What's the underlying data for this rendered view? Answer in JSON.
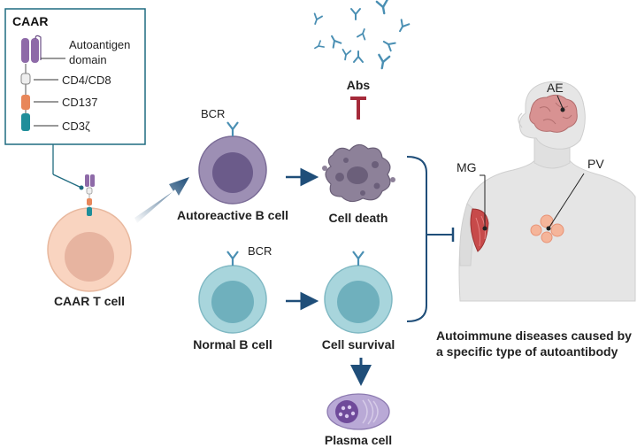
{
  "legend": {
    "title": "CAAR",
    "items": [
      {
        "label_lines": [
          "Autoantigen",
          "domain"
        ]
      },
      {
        "label_lines": [
          "CD4/CD8"
        ]
      },
      {
        "label_lines": [
          "CD137"
        ]
      },
      {
        "label_lines": [
          "CD3ζ"
        ]
      }
    ]
  },
  "labels": {
    "caar_t_cell": "CAAR T cell",
    "autoreactive_b_cell": "Autoreactive B cell",
    "normal_b_cell": "Normal B cell",
    "bcr_top": "BCR",
    "bcr_bottom": "BCR",
    "abs": "Abs",
    "cell_death": "Cell death",
    "cell_survival": "Cell survival",
    "plasma_cell": "Plasma cell",
    "ae": "AE",
    "mg": "MG",
    "pv": "PV",
    "disease_line1": "Autoimmune diseases caused by",
    "disease_line2": "a specific type of autoantibody"
  },
  "colors": {
    "arrow": "#1f4e79",
    "inhibit": "#a52a3a",
    "legend_border": "#1f6b80",
    "t_cell_outer": "#f9d4c0",
    "t_cell_inner": "#e7b4a0",
    "autoreactive_outer": "#9d8fb4",
    "autoreactive_inner": "#6b5b8a",
    "normal_outer": "#a8d5dc",
    "normal_inner": "#6fb0bd",
    "antibody": "#4a8fb3",
    "body_skin": "#e5e5e5",
    "muscle": "#c74a4a",
    "brain": "#d89292",
    "blister": "#f5b59a"
  }
}
